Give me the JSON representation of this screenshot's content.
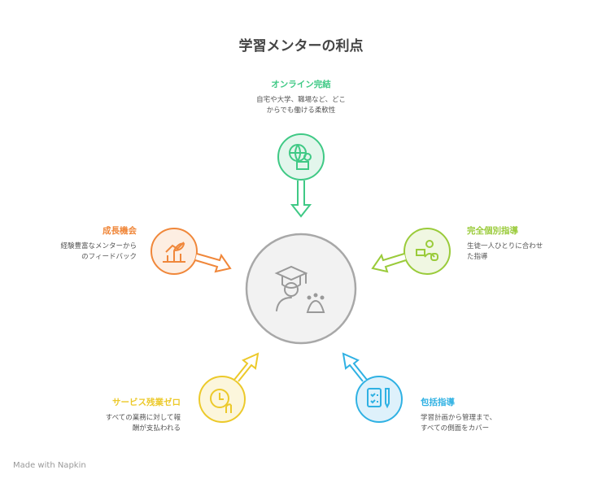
{
  "title": "学習メンターの利点",
  "colors": {
    "online": "#3fc985",
    "growth": "#f0873a",
    "individual": "#9acb3a",
    "zero": "#ecc92a",
    "comprehensive": "#2fb1e3",
    "center": "#9e9e9e"
  },
  "items": {
    "online": {
      "label": "オンライン完結",
      "desc": "自宅や大学、職場など、どこからでも働ける柔軟性",
      "icon": "globe-laptop-icon"
    },
    "growth": {
      "label": "成長機会",
      "desc": "経験豊富なメンターからのフィードバック",
      "icon": "growth-plant-icon"
    },
    "individual": {
      "label": "完全個別指導",
      "desc": "生徒一人ひとりに合わせた指導",
      "icon": "one-on-one-icon"
    },
    "zero": {
      "label": "サービス残業ゼロ",
      "desc": "すべての業務に対して報酬が支払われる",
      "icon": "clock-money-icon"
    },
    "comprehensive": {
      "label": "包括指導",
      "desc": "学習計画から管理まで、すべての側面をカバー",
      "icon": "checklist-pen-icon"
    }
  },
  "center_icon": "mentor-graduate-icon",
  "footer": "Made with Napkin"
}
